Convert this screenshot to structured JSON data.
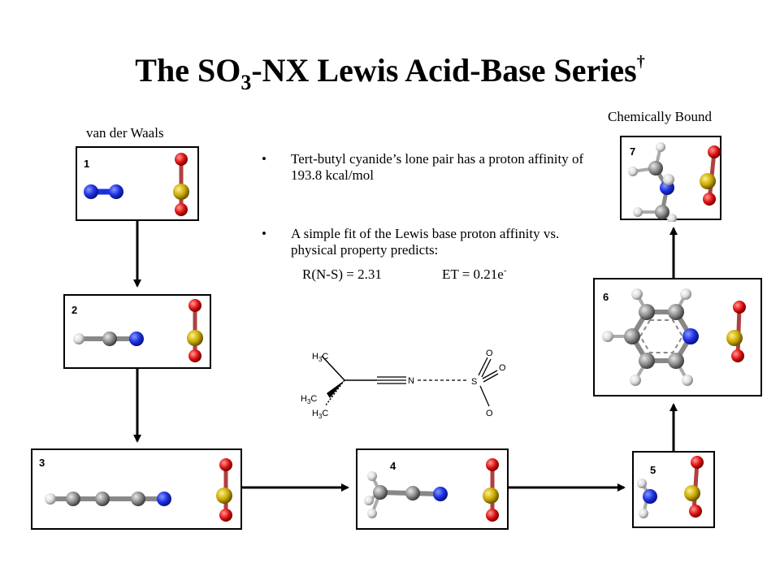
{
  "title": {
    "main": "The SO",
    "sub": "3",
    "rest": "-NX Lewis Acid-Base Series",
    "dagger": "†"
  },
  "labels": {
    "van_der_waals": "van der Waals",
    "chemically_bound": "Chemically Bound"
  },
  "panels": [
    {
      "number": "1"
    },
    {
      "number": "2"
    },
    {
      "number": "3"
    },
    {
      "number": "4"
    },
    {
      "number": "5"
    },
    {
      "number": "6"
    },
    {
      "number": "7"
    }
  ],
  "bullets": [
    {
      "symbol": "•",
      "text": "Tert-butyl cyanide’s lone pair has a proton affinity of 193.8 kcal/mol"
    },
    {
      "symbol": "•",
      "text": "A simple fit of the Lewis base proton affinity vs. physical property predicts:"
    }
  ],
  "prediction": {
    "rns": "R(N-S) = 2.31",
    "et": "ET = 0.21e",
    "et_sup": "-"
  },
  "structure": {
    "h3c_top": "H",
    "sub3": "3",
    "c": "C",
    "n": "N",
    "s": "S",
    "o": "O"
  },
  "colors": {
    "oxygen": "#e01010",
    "sulfur": "#c8a800",
    "nitrogen": "#1a2fe0",
    "carbon": "#8a8a8a",
    "hydrogen": "#e6e6e6"
  }
}
